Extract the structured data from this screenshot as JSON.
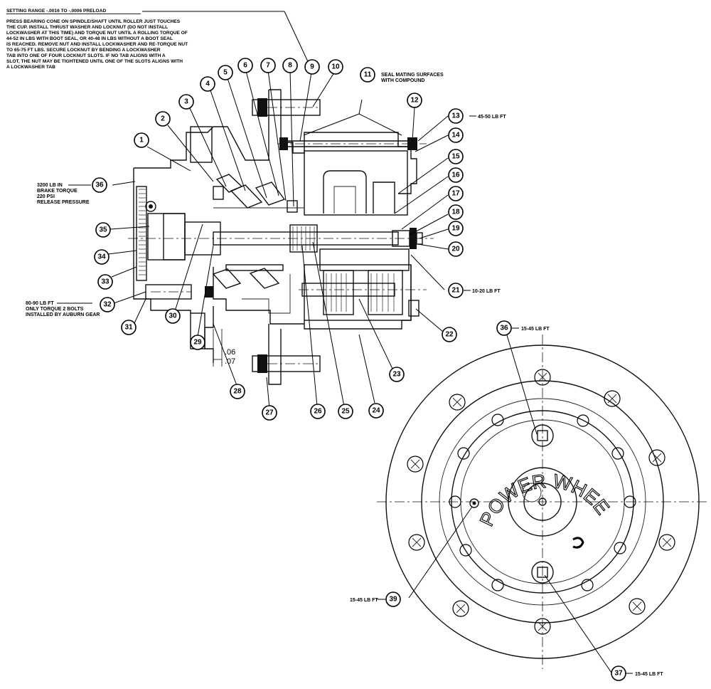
{
  "top_note": {
    "heading": "SETTING RANGE  -.0016 TO -.0006 PRELOAD",
    "lines": [
      "PRESS BEARING CONE ON SPINDLE/SHAFT UNTIL ROLLER JUST TOUCHES",
      "THE CUP.  INSTALL THRUST WASHER AND LOCKNUT (DO NOT INSTALL",
      "LOCKWASHER AT THIS TIME) AND TORQUE NUT UNTIL A ROLLING TORQUE OF",
      "44-52 IN LBS WITH BOOT SEAL, OR 40-48 IN LBS WITHOUT A BOOT SEAL",
      "IS REACHED.  REMOVE NUT AND INSTALL LOCKWASHER AND RE-TORQUE NUT",
      "TO 65-75 FT LBS.  SECURE LOCKNUT BY BENDING A LOCKWASHER",
      "TAB INTO ONE OF FOUR LOCKNUT SLOTS.  IF NO TAB ALIGNS WITH A",
      "SLOT, THE NUT MAY BE TIGHTENED UNTIL ONE OF THE SLOTS ALIGNS WITH",
      "A LOCKWASHER TAB"
    ]
  },
  "seal_note": [
    "SEAL MATING SURFACES",
    "WITH COMPOUND"
  ],
  "brake_note": [
    "3200 LB IN",
    "BRAKE TORQUE",
    "220 PSI",
    "RELEASE PRESSURE"
  ],
  "bolt_note": [
    "80-90 LB FT",
    "ONLY TORQUE 2 BOLTS",
    "INSTALLED BY AUBURN GEAR"
  ],
  "torque_specs": {
    "t13": "45-50 LB FT",
    "t21": "10-20 LB FT",
    "t36": "15-45 LB FT",
    "t39": "15-45 LB FT",
    "t37": "15-45 LB FT"
  },
  "dimension": {
    "upper": ".06",
    "lower": ".07"
  },
  "end_view_text": "POWER WHEEL",
  "callouts": [
    {
      "n": "1"
    },
    {
      "n": "2"
    },
    {
      "n": "3"
    },
    {
      "n": "4"
    },
    {
      "n": "5"
    },
    {
      "n": "6"
    },
    {
      "n": "7"
    },
    {
      "n": "8"
    },
    {
      "n": "9"
    },
    {
      "n": "10"
    },
    {
      "n": "11"
    },
    {
      "n": "12"
    },
    {
      "n": "13"
    },
    {
      "n": "14"
    },
    {
      "n": "15"
    },
    {
      "n": "16"
    },
    {
      "n": "17"
    },
    {
      "n": "18"
    },
    {
      "n": "19"
    },
    {
      "n": "20"
    },
    {
      "n": "21"
    },
    {
      "n": "22"
    },
    {
      "n": "23"
    },
    {
      "n": "24"
    },
    {
      "n": "25"
    },
    {
      "n": "26"
    },
    {
      "n": "27"
    },
    {
      "n": "28"
    },
    {
      "n": "29"
    },
    {
      "n": "30"
    },
    {
      "n": "31"
    },
    {
      "n": "32"
    },
    {
      "n": "33"
    },
    {
      "n": "34"
    },
    {
      "n": "35"
    },
    {
      "n": "36"
    },
    {
      "n": "36"
    },
    {
      "n": "37"
    },
    {
      "n": "39"
    }
  ]
}
